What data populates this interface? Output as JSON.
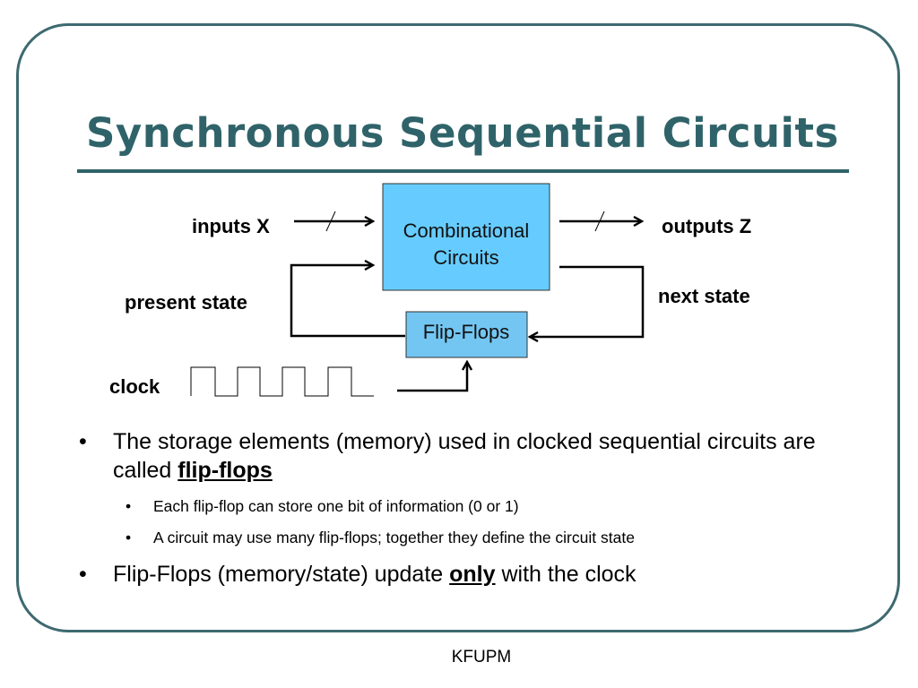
{
  "slide": {
    "title": "Synchronous Sequential Circuits",
    "footer": "KFUPM"
  },
  "diagram": {
    "inputs_label": "inputs X",
    "outputs_label": "outputs Z",
    "present_state_label": "present state",
    "next_state_label": "next state",
    "clock_label": "clock",
    "comb_box_line1": "Combinational",
    "comb_box_line2": "Circuits",
    "ff_box_label": "Flip-Flops",
    "colors": {
      "comb_box_fill": "#66ccff",
      "ff_box_fill": "#73c6f2",
      "title": "#2f6369",
      "frame": "#3d6a70"
    }
  },
  "bullets": {
    "b1_text": "The storage elements (memory) used in clocked sequential circuits are called ",
    "b1_emphasis": "flip-flops",
    "b1_sub1": "Each flip-flop can store one bit of information (0 or 1)",
    "b1_sub2": "A circuit may use many flip-flops; together they define the circuit state",
    "b2_text_before": "Flip-Flops (memory/state) update ",
    "b2_emphasis": "only",
    "b2_text_after": " with the clock"
  }
}
